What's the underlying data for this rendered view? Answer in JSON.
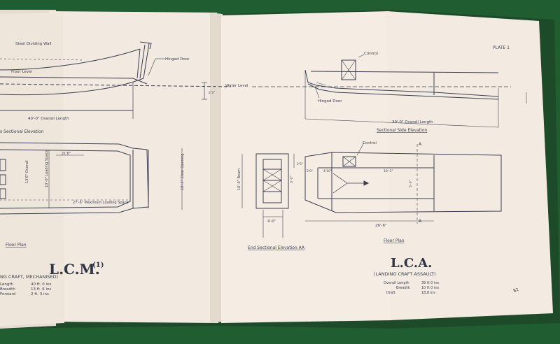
{
  "colors": {
    "table": "#205d31",
    "paper": "#f4ece4",
    "ink": "#3a3f52",
    "ink_light": "#6a6e80"
  },
  "left_page": {
    "labels": {
      "steel_wall": "Steel Dividing Wall",
      "hinged_door": "Hinged Door",
      "floor_level": "Floor Level",
      "overall_length": "40'-0\" Overall Length",
      "sectional_elevation": "s Sectional Elevation",
      "dim_right": "2'3\"",
      "floor_plan": "Floor Plan",
      "overall_width": "13'6\" Overall",
      "loading_space_width": "10'-0\" Loading Space",
      "loading_space_length": "27'-6\" Maximum Loading Space",
      "clear_opening": "10'-3\" Clear Opening",
      "top_dim": "21'6\""
    },
    "title": "L.C.M.",
    "title_mark": "(1)",
    "subtitle": "NG CRAFT, MECHANISED)",
    "specs": [
      {
        "label": "Length",
        "value": "40 ft. 0 ins"
      },
      {
        "label": "Breadth",
        "value": "13 ft. 6 ins"
      },
      {
        "label": "Forward",
        "value": "2 ft. 3 ins"
      }
    ]
  },
  "right_page": {
    "plate": "PLATE 1",
    "labels": {
      "control": "Control",
      "water_level": "Water Level",
      "hinged_door": "Hinged Door",
      "overall_length": "39'-0\" Overall Length",
      "sectional_side_elevation": "Sectional Side Elevation",
      "control_plan": "Control",
      "end_sectional": "End Sectional Elevation AA",
      "floor_plan": "Floor Plan",
      "dim_a": "A",
      "beam_dim": "10'-0\" Beam",
      "dim_4_0": "4'-0\"",
      "dim_26_6": "26'-6\"",
      "dim_10_3": "10'-3\"",
      "dim_5_0": "5'-0\"",
      "dim_4_10": "4'10\"",
      "dim_3_0": "3'-0\"",
      "dim_2_5": "2'5\""
    },
    "title": "L.C.A.",
    "subtitle": "(LANDING CRAFT ASSAULT)",
    "specs": [
      {
        "label": "Overall Length",
        "value": "39 ft 0 ins"
      },
      {
        "label": "Breadth",
        "value": "10 ft 0 ins"
      },
      {
        "label": "Draft",
        "value": "18.8 ins"
      }
    ],
    "corner_mark": "82"
  }
}
